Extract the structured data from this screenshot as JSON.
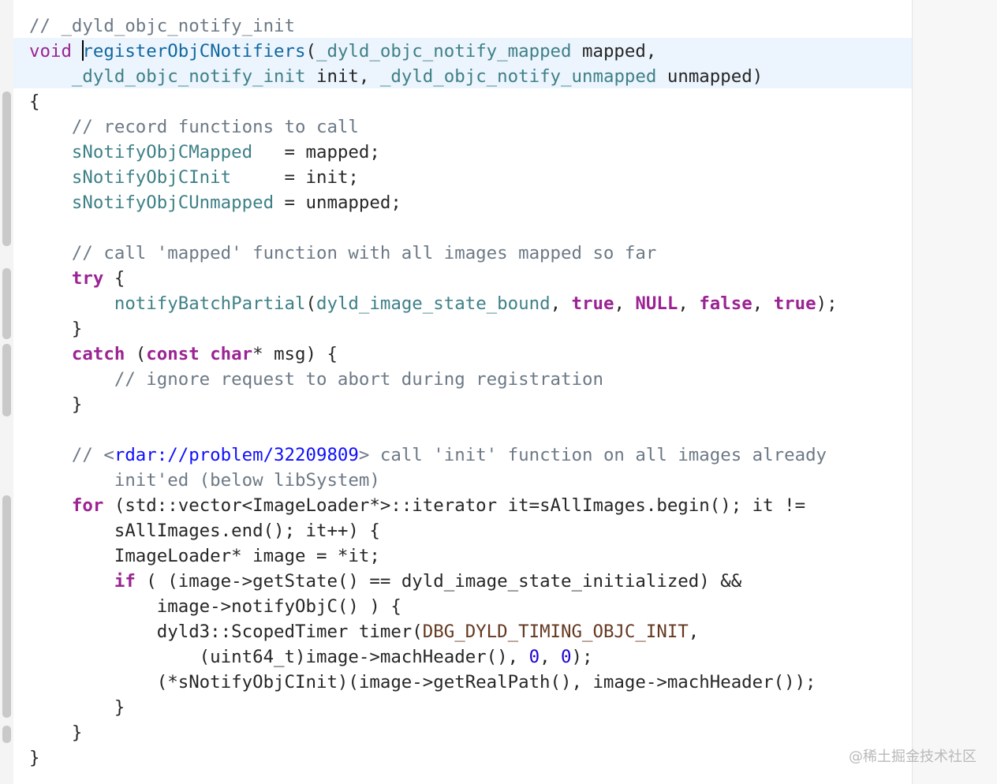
{
  "colors": {
    "comment": "#6c7986",
    "keyword": "#9b2393",
    "function": "#3e8087",
    "declaration": "#0f68a0",
    "macro": "#643820",
    "number": "#1c00cf",
    "link": "#0e0eff",
    "plain": "#262626",
    "current_line": "#ecf4fd"
  },
  "watermark": "@稀土掘金技术社区",
  "code_lines": [
    [
      {
        "t": "// _dyld_objc_notify_init",
        "k": "comment"
      }
    ],
    [
      {
        "t": "void",
        "k": "type"
      },
      {
        "t": " ",
        "k": "plain"
      },
      {
        "cursor": true
      },
      {
        "t": "registerObjCNotifiers",
        "k": "funcdecl"
      },
      {
        "t": "(",
        "k": "plain"
      },
      {
        "t": "_dyld_objc_notify_mapped",
        "k": "var"
      },
      {
        "t": " mapped,",
        "k": "plain"
      }
    ],
    [
      {
        "t": "    ",
        "k": "plain"
      },
      {
        "t": "_dyld_objc_notify_init",
        "k": "var"
      },
      {
        "t": " init, ",
        "k": "plain"
      },
      {
        "t": "_dyld_objc_notify_unmapped",
        "k": "var"
      },
      {
        "t": " unmapped)",
        "k": "plain"
      }
    ],
    [
      {
        "t": "{",
        "k": "plain"
      }
    ],
    [
      {
        "t": "    ",
        "k": "plain"
      },
      {
        "t": "// record functions to call",
        "k": "comment"
      }
    ],
    [
      {
        "t": "    ",
        "k": "plain"
      },
      {
        "t": "sNotifyObjCMapped",
        "k": "var"
      },
      {
        "t": "   = mapped;",
        "k": "plain"
      }
    ],
    [
      {
        "t": "    ",
        "k": "plain"
      },
      {
        "t": "sNotifyObjCInit",
        "k": "var"
      },
      {
        "t": "     = init;",
        "k": "plain"
      }
    ],
    [
      {
        "t": "    ",
        "k": "plain"
      },
      {
        "t": "sNotifyObjCUnmapped",
        "k": "var"
      },
      {
        "t": " = unmapped;",
        "k": "plain"
      }
    ],
    [
      {
        "t": "",
        "k": "plain"
      }
    ],
    [
      {
        "t": "    ",
        "k": "plain"
      },
      {
        "t": "// call 'mapped' function with all images mapped so far",
        "k": "comment"
      }
    ],
    [
      {
        "t": "    ",
        "k": "plain"
      },
      {
        "t": "try",
        "k": "keyword"
      },
      {
        "t": " {",
        "k": "plain"
      }
    ],
    [
      {
        "t": "        ",
        "k": "plain"
      },
      {
        "t": "notifyBatchPartial",
        "k": "func"
      },
      {
        "t": "(",
        "k": "plain"
      },
      {
        "t": "dyld_image_state_bound",
        "k": "var"
      },
      {
        "t": ", ",
        "k": "plain"
      },
      {
        "t": "true",
        "k": "keyword"
      },
      {
        "t": ", ",
        "k": "plain"
      },
      {
        "t": "NULL",
        "k": "keyword"
      },
      {
        "t": ", ",
        "k": "plain"
      },
      {
        "t": "false",
        "k": "keyword"
      },
      {
        "t": ", ",
        "k": "plain"
      },
      {
        "t": "true",
        "k": "keyword"
      },
      {
        "t": ");",
        "k": "plain"
      }
    ],
    [
      {
        "t": "    }",
        "k": "plain"
      }
    ],
    [
      {
        "t": "    ",
        "k": "plain"
      },
      {
        "t": "catch",
        "k": "keyword"
      },
      {
        "t": " (",
        "k": "plain"
      },
      {
        "t": "const",
        "k": "keyword"
      },
      {
        "t": " ",
        "k": "plain"
      },
      {
        "t": "char",
        "k": "keyword"
      },
      {
        "t": "* msg) {",
        "k": "plain"
      }
    ],
    [
      {
        "t": "        ",
        "k": "plain"
      },
      {
        "t": "// ignore request to abort during registration",
        "k": "comment"
      }
    ],
    [
      {
        "t": "    }",
        "k": "plain"
      }
    ],
    [
      {
        "t": "",
        "k": "plain"
      }
    ],
    [
      {
        "t": "    ",
        "k": "plain"
      },
      {
        "t": "// <",
        "k": "comment"
      },
      {
        "t": "rdar://problem/32209809",
        "k": "link"
      },
      {
        "t": "> call 'init' function on all images already",
        "k": "comment"
      }
    ],
    [
      {
        "t": "        ",
        "k": "plain"
      },
      {
        "t": "init'ed (below libSystem)",
        "k": "comment"
      }
    ],
    [
      {
        "t": "    ",
        "k": "plain"
      },
      {
        "t": "for",
        "k": "keyword"
      },
      {
        "t": " (std::vector<ImageLoader*>::iterator it=sAllImages.begin(); it !=",
        "k": "plain"
      }
    ],
    [
      {
        "t": "        sAllImages.end(); it++) {",
        "k": "plain"
      }
    ],
    [
      {
        "t": "        ImageLoader* image = *it;",
        "k": "plain"
      }
    ],
    [
      {
        "t": "        ",
        "k": "plain"
      },
      {
        "t": "if",
        "k": "keyword"
      },
      {
        "t": " ( (image->getState() == dyld_image_state_initialized) &&",
        "k": "plain"
      }
    ],
    [
      {
        "t": "            image->notifyObjC() ) {",
        "k": "plain"
      }
    ],
    [
      {
        "t": "            dyld3::ScopedTimer timer(",
        "k": "plain"
      },
      {
        "t": "DBG_DYLD_TIMING_OBJC_INIT",
        "k": "macro"
      },
      {
        "t": ",",
        "k": "plain"
      }
    ],
    [
      {
        "t": "                (uint64_t)image->machHeader(), ",
        "k": "plain"
      },
      {
        "t": "0",
        "k": "number"
      },
      {
        "t": ", ",
        "k": "plain"
      },
      {
        "t": "0",
        "k": "number"
      },
      {
        "t": ");",
        "k": "plain"
      }
    ],
    [
      {
        "t": "            (*sNotifyObjCInit)(image->getRealPath(), image->machHeader());",
        "k": "plain"
      }
    ],
    [
      {
        "t": "        }",
        "k": "plain"
      }
    ],
    [
      {
        "t": "    }",
        "k": "plain"
      }
    ],
    [
      {
        "t": "}",
        "k": "plain"
      }
    ]
  ]
}
